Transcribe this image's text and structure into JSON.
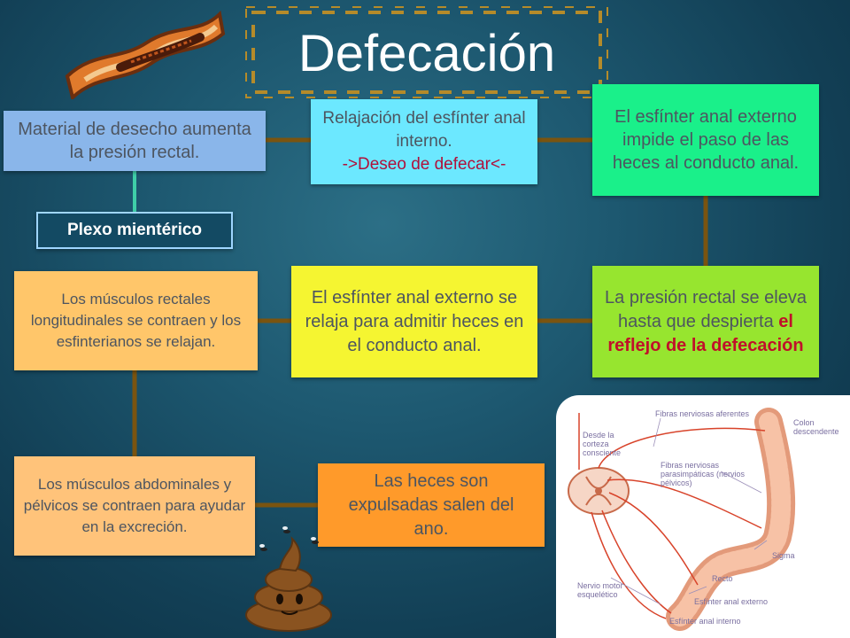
{
  "title": "Defecación",
  "boxes": {
    "material": "Material de desecho aumenta la presión rectal.",
    "relajacion_line1": "Relajación del esfínter anal interno.",
    "relajacion_line2": "->Deseo de defecar<-",
    "externo_impide": "El esfínter anal externo impide el paso de las heces al conducto anal.",
    "plexo": "Plexo mientérico",
    "musculos_rectales": "Los músculos rectales longitudinales se contraen y los esfinterianos se relajan.",
    "externo_relaja": "El esfínter anal externo se relaja para admitir heces en el conducto anal.",
    "presion_prefix": "La presión rectal se eleva hasta que despierta",
    "presion_highlight": "el reflejo de la defecación",
    "abdominales": "Los músculos abdominales y pélvicos se contraen para ayudar en la excreción.",
    "heces": "Las heces son expulsadas salen del ano."
  },
  "anatomy_labels": {
    "fibras_aferentes": "Fibras nerviosas aferentes",
    "colon_descendente": "Colon descendente",
    "desde_corteza": "Desde la corteza consciente",
    "fibras_parasimpaticas": "Fibras nerviosas parasimpáticas (nervios pélvicos)",
    "sigma": "Sigma",
    "nervio_motor": "Nervio motor esquelético",
    "recto": "Recto",
    "esfinter_externo": "Esfínter anal externo",
    "esfinter_interno": "Esfínter anal interno"
  },
  "colors": {
    "connector": "#7a5410",
    "highlight_text": "#c0102a",
    "deseo_text": "#b0103a"
  }
}
